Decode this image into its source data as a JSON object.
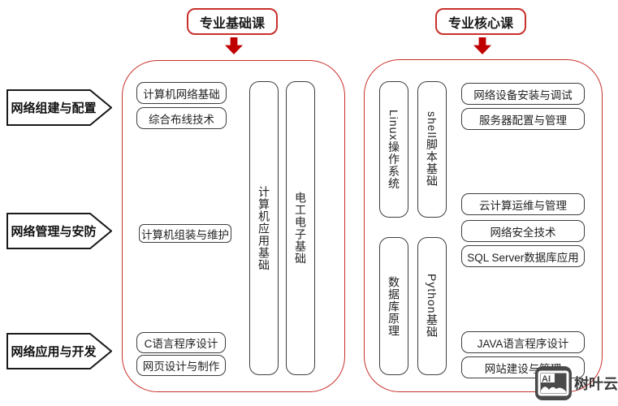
{
  "colors": {
    "accent_red": "#c9302c",
    "arrow_red": "#c00000",
    "box_border": "#3d3d3d",
    "pentagon_border": "#1a1a1a",
    "text": "#222222",
    "watermark_gray": "#4a4a4a"
  },
  "top_labels": {
    "foundation": "专业基础课",
    "core": "专业核心课"
  },
  "categories": [
    {
      "label": "网络组建与配置"
    },
    {
      "label": "网络管理与安防"
    },
    {
      "label": "网络应用与开发"
    }
  ],
  "foundation_panel": {
    "group1": [
      "计算机网络基础",
      "综合布线技术"
    ],
    "group2": [
      "计算机组装与维护"
    ],
    "group3": [
      "C语言程序设计",
      "网页设计与制作"
    ],
    "vertical": [
      "计算机应用基础",
      "电工电子基础"
    ]
  },
  "core_panel": {
    "vertical_top": [
      "Linux操作系统",
      "shell脚本基础"
    ],
    "vertical_bottom": [
      "数据库原理",
      "Python基础"
    ],
    "group1": [
      "网络设备安装与调试",
      "服务器配置与管理"
    ],
    "group2": [
      "云计算运维与管理",
      "网络安全技术",
      "SQL Server数据库应用"
    ],
    "group3": [
      "JAVA语言程序设计",
      "网站建设与管理"
    ]
  },
  "watermark": {
    "logo_text": "AI",
    "brand": "树叶云"
  }
}
